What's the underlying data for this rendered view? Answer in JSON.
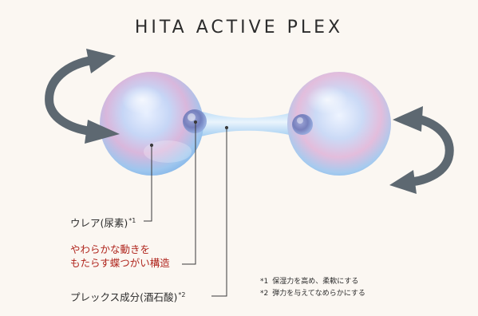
{
  "title": "HITA ACTIVE PLEX",
  "labels": {
    "urea": {
      "text": "ウレア(尿素)",
      "ref": "*1"
    },
    "hinge_line1": "やわらかな動きを",
    "hinge_line2": "もたらす蝶つがい構造",
    "plex": {
      "text": "プレックス成分(酒石酸)",
      "ref": "*2"
    }
  },
  "footnotes": [
    {
      "mark": "*1",
      "text": "保湿力を高め、柔軟にする"
    },
    {
      "mark": "*2",
      "text": "弾力を与えてなめらかにする"
    }
  ],
  "colors": {
    "arrow": "#5d6871",
    "accent_text": "#b0261e",
    "line": "#3a3a3a"
  },
  "icons": [
    "rotate-arrow-icon"
  ]
}
